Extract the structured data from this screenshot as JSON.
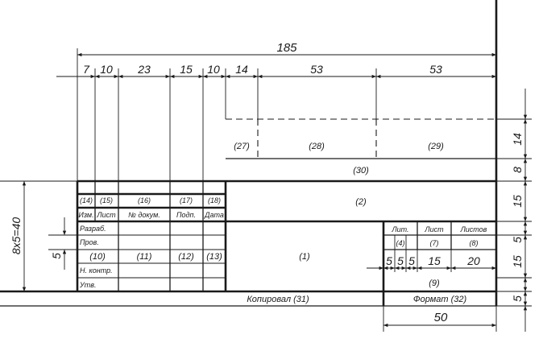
{
  "top_dimensions": {
    "overall": "185",
    "segments": [
      "7",
      "10",
      "23",
      "15",
      "10",
      "14",
      "53",
      "53"
    ]
  },
  "right_dimensions": [
    "14",
    "8",
    "15",
    "5",
    "15",
    "5"
  ],
  "left_dimensions": {
    "outer": "8x5=40",
    "inner": "5"
  },
  "bottom_dimension": "50",
  "small_dimensions": [
    "5",
    "5",
    "5",
    "15",
    "20"
  ],
  "stamp_cells": {
    "c27": "(27)",
    "c28": "(28)",
    "c29": "(29)",
    "c30": "(30)",
    "c14": "(14)",
    "c15": "(15)",
    "c16": "(16)",
    "c17": "(17)",
    "c18": "(18)",
    "c2": "(2)",
    "c1": "(1)",
    "c10": "(10)",
    "c11": "(11)",
    "c12": "(12)",
    "c13": "(13)",
    "c4": "(4)",
    "c7": "(7)",
    "c8": "(8)",
    "c9": "(9)",
    "c31": "Копировал (31)",
    "c32": "Формат (32)"
  },
  "header_labels": {
    "izm": "Изм.",
    "list": "Лист",
    "doc_no": "№ докум.",
    "podp": "Подп.",
    "data": "Дата",
    "lit": "Лит.",
    "list_r": "Лист",
    "listov": "Листов"
  },
  "row_labels": {
    "razrab": "Разраб.",
    "prov": "Пров.",
    "n_kontr": "Н. контр.",
    "utv": "Утв."
  }
}
